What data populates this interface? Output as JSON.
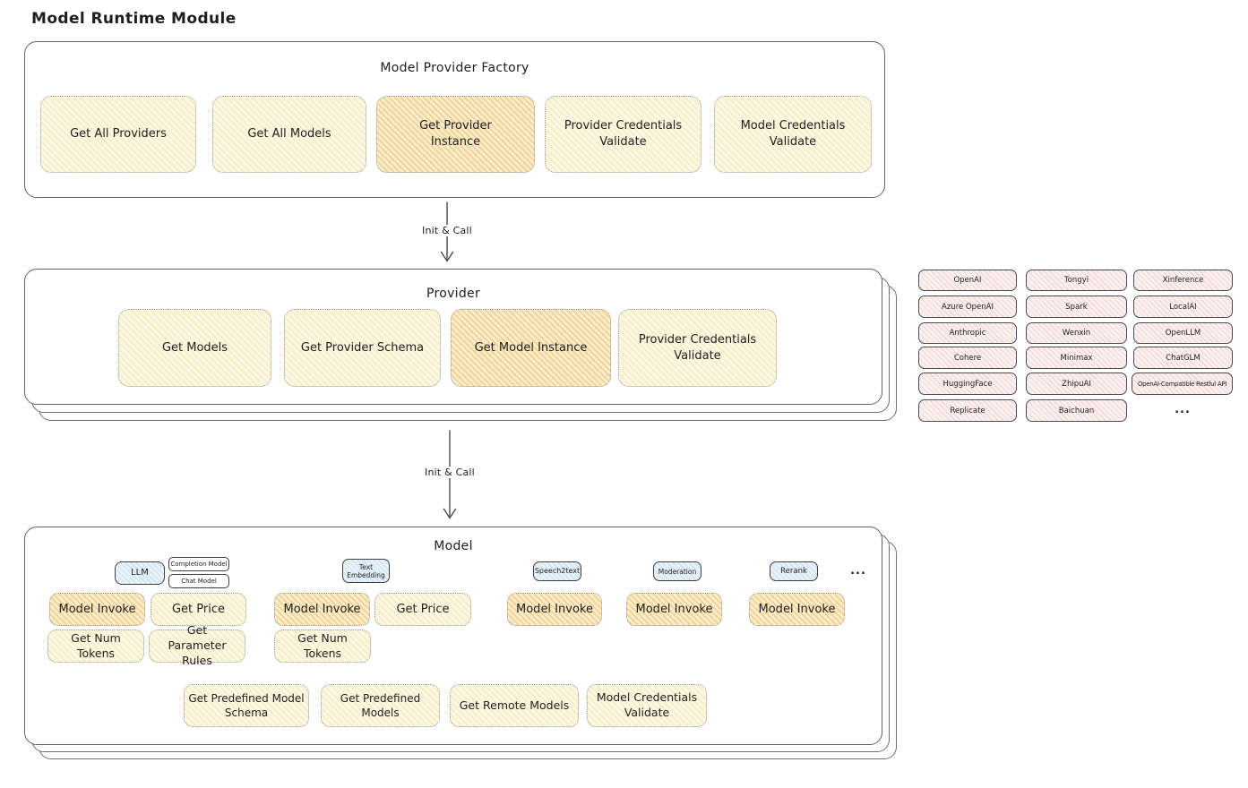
{
  "page_title": "Model Runtime Module",
  "factory": {
    "title": "Model Provider Factory",
    "buttons": [
      {
        "label": "Get All Providers",
        "highlighted": false
      },
      {
        "label": "Get All Models",
        "highlighted": false
      },
      {
        "label": "Get Provider Instance",
        "highlighted": true
      },
      {
        "label": "Provider Credentials Validate",
        "highlighted": false
      },
      {
        "label": "Model Credentials Validate",
        "highlighted": false
      }
    ]
  },
  "arrows": [
    {
      "label": "Init & Call"
    },
    {
      "label": "Init & Call"
    }
  ],
  "provider": {
    "title": "Provider",
    "buttons": [
      {
        "label": "Get Models",
        "highlighted": false
      },
      {
        "label": "Get Provider Schema",
        "highlighted": false
      },
      {
        "label": "Get Model Instance",
        "highlighted": true
      },
      {
        "label": "Provider Credentials Validate",
        "highlighted": false
      }
    ]
  },
  "provider_list": {
    "col1": [
      "OpenAI",
      "Azure OpenAI",
      "Anthropic",
      "Cohere",
      "HuggingFace",
      "Replicate"
    ],
    "col2": [
      "Tongyi",
      "Spark",
      "Wenxin",
      "Minimax",
      "ZhipuAI",
      "Baichuan"
    ],
    "col3": [
      "Xinference",
      "LocalAI",
      "OpenLLM",
      "ChatGLM",
      "OpenAI-Compatible Restful API"
    ],
    "more": "..."
  },
  "model": {
    "title": "Model",
    "tabs": {
      "llm": "LLM",
      "completion": "Completion Model",
      "chat": "Chat Model",
      "text_embedding": "Text Embedding",
      "speech2text": "Speech2text",
      "moderation": "Moderation",
      "rerank": "Rerank",
      "more": "..."
    },
    "llm": {
      "invoke": "Model Invoke",
      "price": "Get Price",
      "num_tokens": "Get Num Tokens",
      "param_rules": "Get Parameter Rules"
    },
    "embedding": {
      "invoke": "Model Invoke",
      "price": "Get Price",
      "num_tokens": "Get Num Tokens"
    },
    "speech2text": {
      "invoke": "Model Invoke"
    },
    "moderation": {
      "invoke": "Model Invoke"
    },
    "rerank": {
      "invoke": "Model Invoke"
    },
    "bottom": [
      "Get Predefined Model Schema",
      "Get Predefined Models",
      "Get Remote Models",
      "Model Credentials Validate"
    ]
  },
  "colors": {
    "yellow_fill": "#fdf8e3",
    "yellow_hatch": "#f6eac0",
    "orange_fill": "#fbeecd",
    "orange_hatch": "#f3cf92",
    "blue_fill": "#e9f2fa",
    "blue_hatch": "#cce1f1",
    "pink_fill": "#fdf2f2",
    "pink_hatch": "#f5d3d3"
  }
}
